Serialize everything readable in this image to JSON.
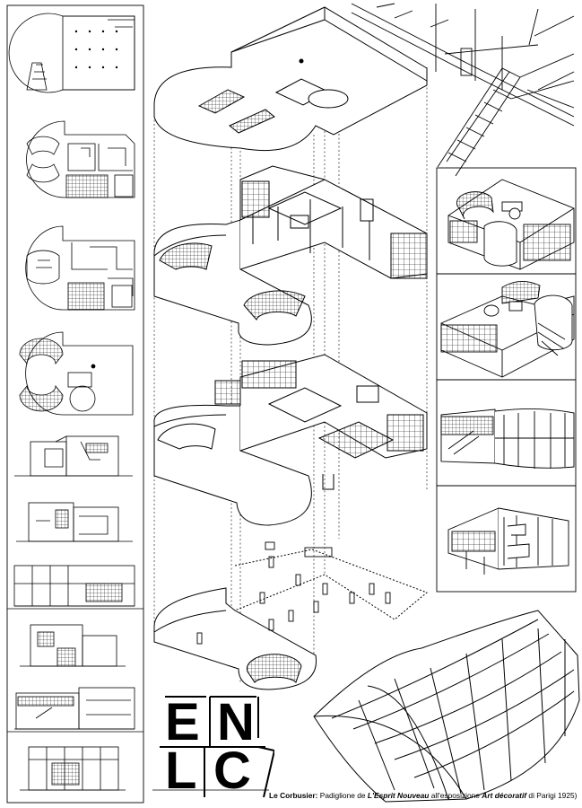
{
  "logo": {
    "letters": [
      "E",
      "N",
      "L",
      "C"
    ]
  },
  "caption": {
    "author": "Le Corbusier:",
    "text1": " Padiglione de ",
    "journal": "L'Esprit Nouveau",
    "text2": " all'esposizione ",
    "expo": "Art décoratif",
    "text3": " di Parigi 1925)"
  }
}
